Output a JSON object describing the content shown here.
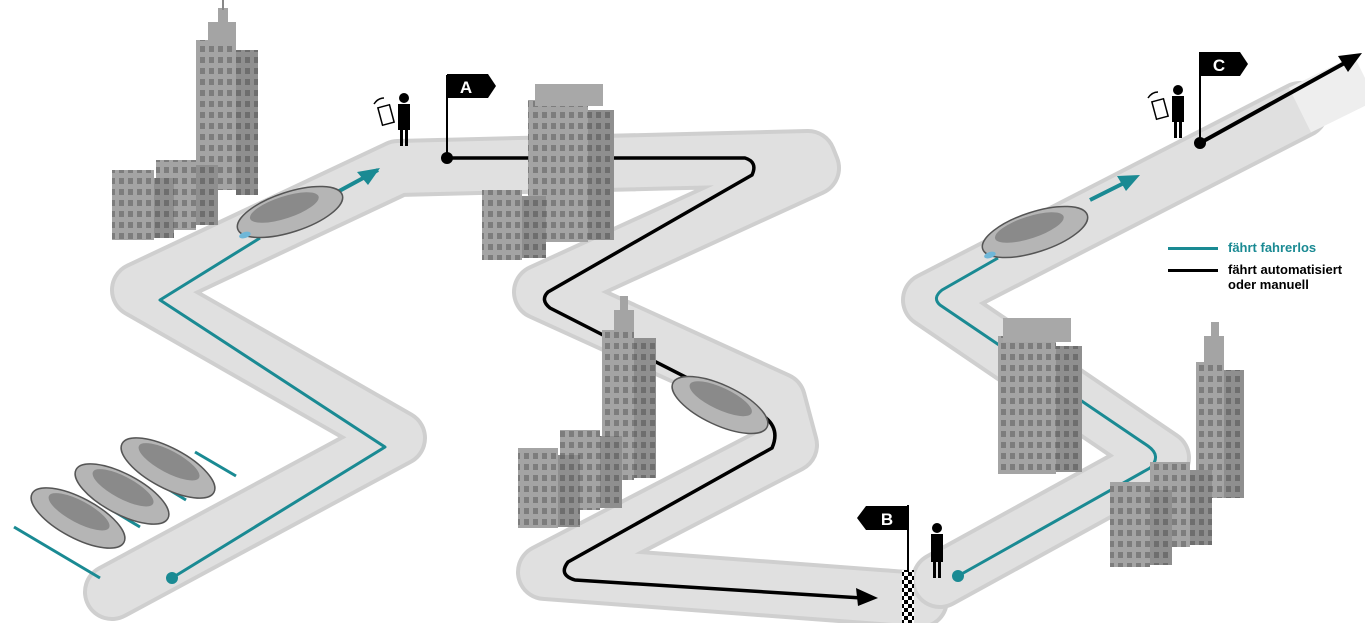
{
  "colors": {
    "road": "#dddddd",
    "road_edge": "#c8c8c8",
    "driverless": "#1a8a93",
    "automated": "#000000",
    "building": "#9a9a9a",
    "car": "#bdbdbd"
  },
  "flags": {
    "a": {
      "label": "A"
    },
    "b": {
      "label": "B"
    },
    "c": {
      "label": "C"
    }
  },
  "legend": {
    "driverless_label": "fährt fahrerlos",
    "automated_label": "fährt automatisiert\noder manuell"
  }
}
